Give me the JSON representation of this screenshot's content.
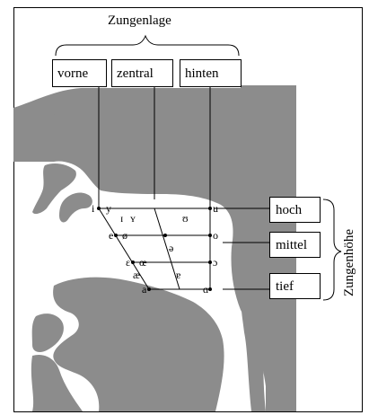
{
  "figure": {
    "top_title": "Zungenlage",
    "side_title": "Zungenhöhe",
    "position_labels": [
      "vorne",
      "zentral",
      "hinten"
    ],
    "height_labels": [
      "hoch",
      "mittel",
      "tief"
    ],
    "vowels": {
      "close_front": "i",
      "close_front_rounded": "y",
      "near_close_front": "ɪ",
      "near_close_front_rounded": "ʏ",
      "near_close_back": "ʊ",
      "close_back": "u",
      "close_mid_front": "e",
      "close_mid_front_rounded": "ø",
      "mid_central": "ə",
      "close_mid_back": "o",
      "open_mid_front": "ɛ",
      "open_mid_front_rounded": "œ",
      "open_mid_back": "ɔ",
      "near_open_front": "æ",
      "near_open_central": "ɐ",
      "open_front": "a",
      "open_back": "ɑ"
    },
    "colors": {
      "tract_fill": "#8c8c8c",
      "line": "#000000",
      "box_border": "#000000",
      "background": "#ffffff"
    }
  }
}
